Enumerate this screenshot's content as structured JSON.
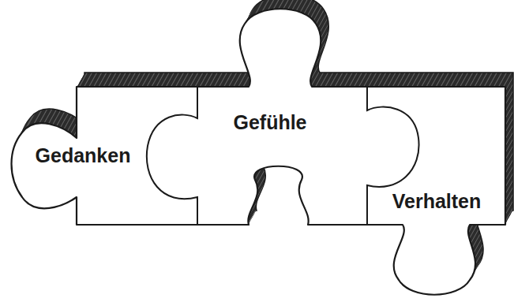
{
  "diagram": {
    "nodes": [
      {
        "text": [
          "Gedanken"
        ]
      },
      {
        "text": [
          "Gefühle"
        ]
      },
      {
        "text": [
          "Verhalten"
        ]
      }
    ]
  }
}
